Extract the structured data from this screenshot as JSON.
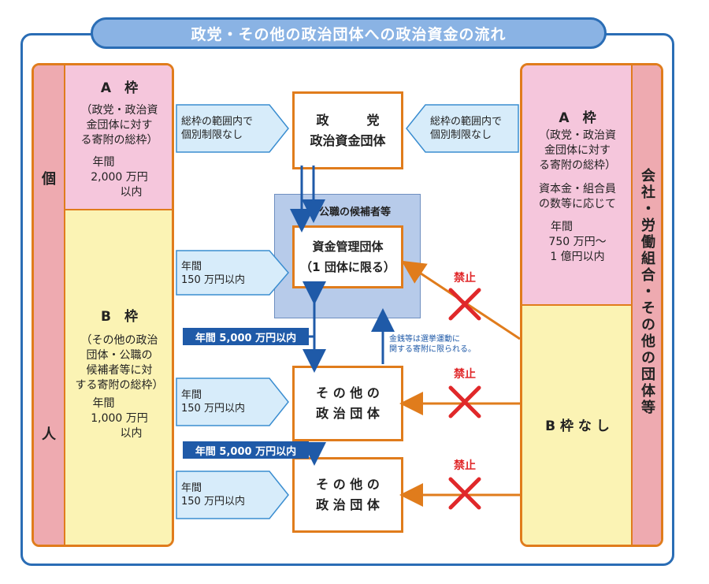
{
  "title": "政党・その他の政治団体への政治資金の流れ",
  "left": {
    "side_label_top": "個",
    "side_label_bottom": "人",
    "a_frame": {
      "heading": "A　枠",
      "desc": [
        "（政党・政治資",
        "金団体に対す",
        "る寄附の総枠）"
      ],
      "limit": [
        "年間",
        "2,000 万円",
        "以内"
      ]
    },
    "b_frame": {
      "heading": "B　枠",
      "desc": [
        "（その他の政治",
        "団体・公職の",
        "候補者等に対",
        "する寄附の総枠）"
      ],
      "limit": [
        "年間",
        "1,000 万円",
        "以内"
      ]
    },
    "arrows": {
      "to_party": [
        "総枠の範囲内で",
        "個別制限なし"
      ],
      "to_fund_mgmt": [
        "年間",
        "150 万円以内"
      ],
      "to_other1": [
        "年間",
        "150 万円以内"
      ],
      "to_other2": [
        "年間",
        "150 万円以内"
      ]
    }
  },
  "center": {
    "party_box": [
      "政　　　党",
      "政治資金団体"
    ],
    "candidate_label": "公職の候補者等",
    "fund_mgmt_box": [
      "資金管理団体",
      "（1 団体に限る）"
    ],
    "other_group_1": [
      "そ の 他 の",
      "政 治 団 体"
    ],
    "other_group_2": [
      "そ の 他 の",
      "政 治 団 体"
    ],
    "transfer_label_1": "年間 5,000 万円以内",
    "transfer_label_2": "年間 5,000 万円以内",
    "election_note": [
      "金銭等は選挙運動に",
      "関する寄附に限られる。"
    ]
  },
  "right": {
    "side_label": "会社・労働組合・その他の団体等",
    "a_frame": {
      "heading": "A　枠",
      "desc": [
        "（政党・政治資",
        "金団体に対す",
        "る寄附の総枠）"
      ],
      "basis": [
        "資本金・組合員",
        "の数等に応じて"
      ],
      "limit": [
        "年間",
        "750 万円～",
        "1 億円以内"
      ]
    },
    "b_frame": {
      "heading": "B 枠 な し"
    },
    "arrow_to_party": [
      "総枠の範囲内で",
      "個別制限なし"
    ],
    "prohibited_labels": [
      "禁止",
      "禁止",
      "禁止"
    ]
  },
  "colors": {
    "frame_blue": "#2a6db5",
    "frame_orange": "#e07c1c",
    "pink": "#f5c6dc",
    "yellow": "#fbf3b4",
    "arrow_blue": "#1f5aa8",
    "prohibit_red": "#e0282a"
  }
}
